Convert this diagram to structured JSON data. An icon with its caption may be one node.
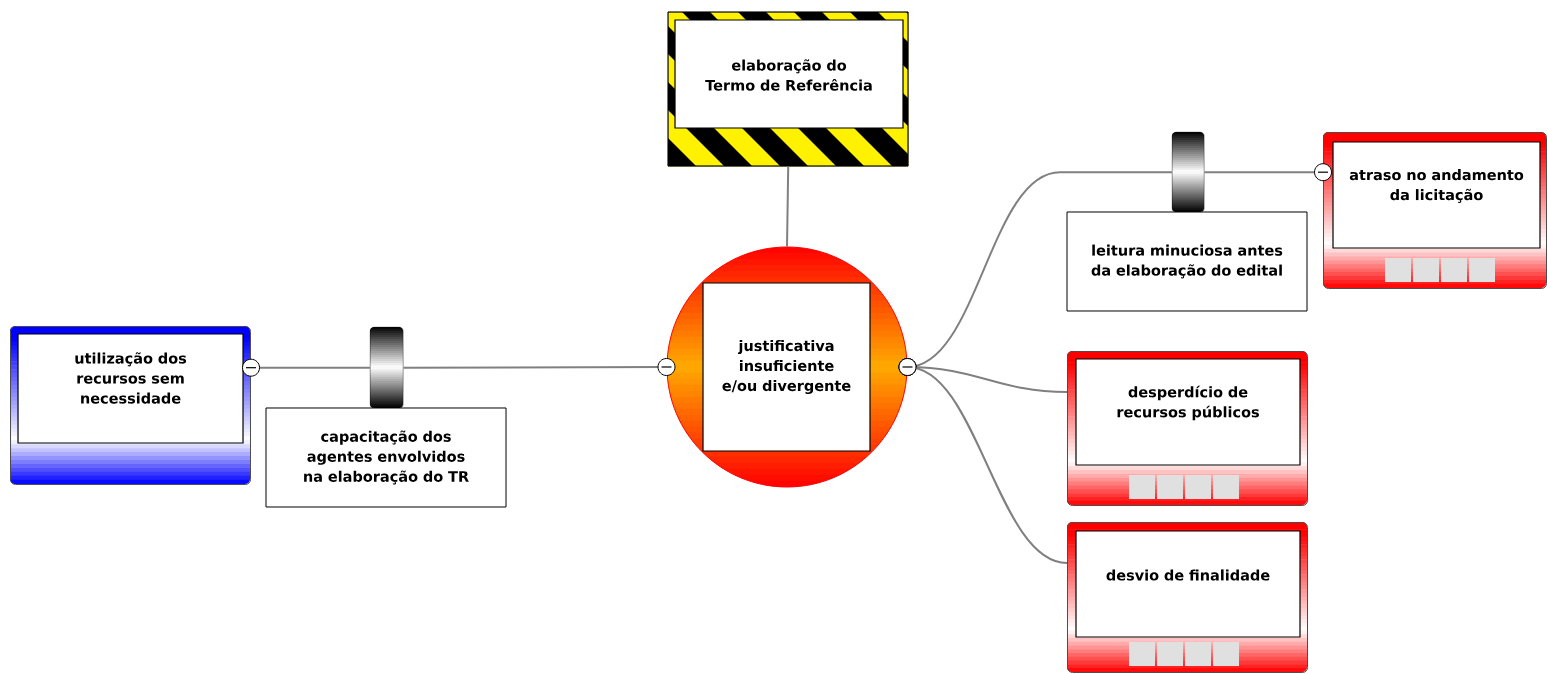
{
  "diagram": {
    "nodes": [
      {
        "text": [
          "elaboração do Termo de Referência"
        ]
      },
      {
        "text": [
          "justificativa insuficiente e/ou divergente"
        ]
      },
      {
        "text": [
          "utilização dos recursos sem necessidade"
        ]
      },
      {
        "text": [],
        "shape": "bar"
      },
      {
        "text": [
          "capacitação dos agentes envolvidos na elaboração do TR"
        ]
      },
      {
        "text": [],
        "shape": "bar"
      },
      {
        "text": [
          "leitura minuciosa antes da elaboração do edital"
        ]
      },
      {
        "text": [
          "atraso no andamento da licitação"
        ]
      },
      {
        "text": [
          "desperdício de recursos públicos"
        ]
      },
      {
        "text": [
          "desvio de finalidade"
        ]
      }
    ],
    "edges": [
      {
        "from": 0,
        "to": 1,
        "arrow": "none"
      },
      {
        "from": 2,
        "to": 3,
        "arrow": "other"
      },
      {
        "from": 3,
        "to": 1,
        "arrow": "other"
      },
      {
        "from": 1,
        "to": 5,
        "arrow": "other"
      },
      {
        "from": 5,
        "to": 7,
        "arrow": "other"
      },
      {
        "from": 1,
        "to": 8,
        "arrow": "other"
      },
      {
        "from": 1,
        "to": 9,
        "arrow": "other"
      }
    ]
  }
}
